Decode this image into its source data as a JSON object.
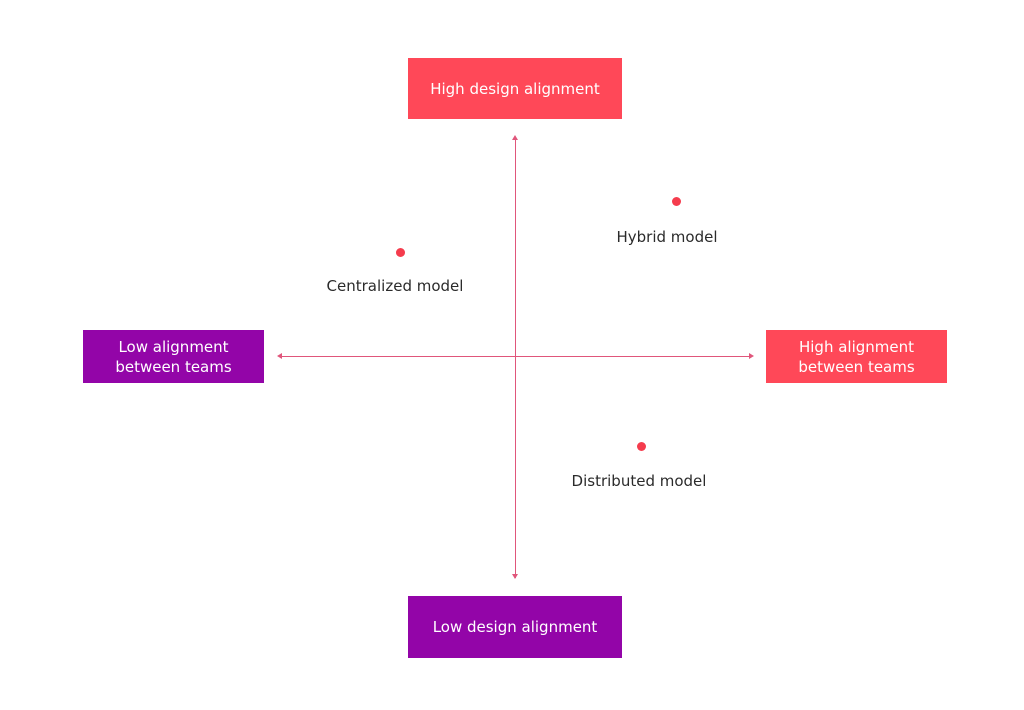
{
  "colors": {
    "accent_red": "#ff4858",
    "accent_purple": "#9305a8",
    "axis": "#e0567b",
    "point": "#f53c4d",
    "label_text": "#2b2b2b"
  },
  "diagram": {
    "y_axis": {
      "top_label": "High design alignment",
      "bottom_label": "Low design alignment"
    },
    "x_axis": {
      "left_label_lines": [
        "Low alignment",
        "between teams"
      ],
      "right_label_lines": [
        "High alignment",
        "between teams"
      ]
    },
    "points": [
      {
        "label": "Hybrid model"
      },
      {
        "label": "Centralized model"
      },
      {
        "label": "Distributed model"
      }
    ]
  }
}
